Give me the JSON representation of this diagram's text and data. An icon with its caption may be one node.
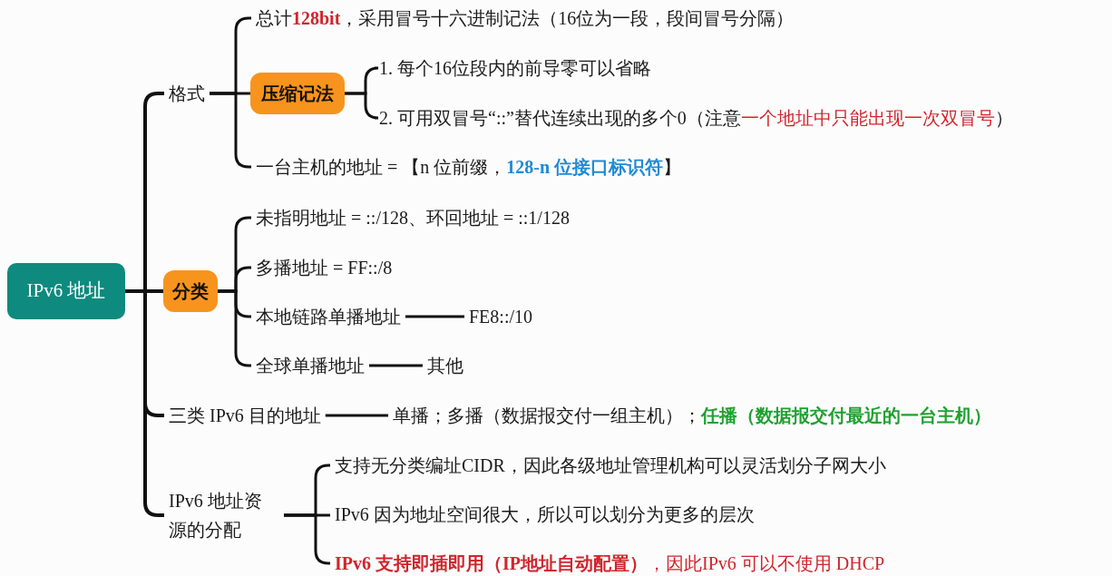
{
  "diagram": {
    "nodes": [
      {
        "text": [
          "IPv6 地址"
        ]
      },
      {
        "text": [
          "格式"
        ]
      },
      {
        "text": [
          "总计",
          "128bit",
          "，采用冒号十六进制记法（16位为一段，段间冒号分隔）"
        ]
      },
      {
        "text": [
          "压缩记法"
        ]
      },
      {
        "text": [
          "1. 每个16位段内的前导零可以省略"
        ]
      },
      {
        "text": [
          "2. 可用双冒号“::”替代连续出现的多个0（注意",
          "一个地址中只能出现一次双冒号",
          "）"
        ]
      },
      {
        "text": [
          "一台主机的地址 = 【n 位前缀，",
          "128-n 位接口标识符",
          "】"
        ]
      },
      {
        "text": [
          "分类"
        ]
      },
      {
        "text": [
          "未指明地址 = ::/128、环回地址 = ::1/128"
        ]
      },
      {
        "text": [
          "多播地址 = FF::/8"
        ]
      },
      {
        "text": [
          "本地链路单播地址"
        ]
      },
      {
        "text": [
          "FE8::/10"
        ]
      },
      {
        "text": [
          "全球单播地址"
        ]
      },
      {
        "text": [
          "其他"
        ]
      },
      {
        "text": [
          "三类 IPv6 目的地址"
        ]
      },
      {
        "text": [
          "单播；多播（数据报交付一组主机）；",
          "任播（数据报交付最近的一台主机）"
        ]
      },
      {
        "text": [
          "IPv6 地址资源的分配"
        ]
      },
      {
        "text": [
          "支持无分类编址CIDR，因此各级地址管理机构可以灵活划分子网大小"
        ]
      },
      {
        "text": [
          "IPv6 因为地址空间很大，所以可以划分为更多的层次"
        ]
      },
      {
        "text": [
          "IPv6 支持即插即用（IP地址自动配置）",
          "，因此IPv6 可以不使用 DHCP"
        ]
      }
    ],
    "edges": [
      {
        "from": 0,
        "to": 1,
        "arrow": "none"
      },
      {
        "from": 0,
        "to": 7,
        "arrow": "none"
      },
      {
        "from": 0,
        "to": 14,
        "arrow": "none"
      },
      {
        "from": 0,
        "to": 16,
        "arrow": "none"
      },
      {
        "from": 1,
        "to": 2,
        "arrow": "none"
      },
      {
        "from": 1,
        "to": 3,
        "arrow": "none"
      },
      {
        "from": 1,
        "to": 6,
        "arrow": "none"
      },
      {
        "from": 3,
        "to": 4,
        "arrow": "none"
      },
      {
        "from": 3,
        "to": 5,
        "arrow": "none"
      },
      {
        "from": 7,
        "to": 8,
        "arrow": "none"
      },
      {
        "from": 7,
        "to": 9,
        "arrow": "none"
      },
      {
        "from": 7,
        "to": 10,
        "arrow": "none"
      },
      {
        "from": 7,
        "to": 12,
        "arrow": "none"
      },
      {
        "from": 10,
        "to": 11,
        "arrow": "none"
      },
      {
        "from": 12,
        "to": 13,
        "arrow": "none"
      },
      {
        "from": 14,
        "to": 15,
        "arrow": "none"
      },
      {
        "from": 16,
        "to": 17,
        "arrow": "none"
      },
      {
        "from": 16,
        "to": 18,
        "arrow": "none"
      },
      {
        "from": 16,
        "to": 19,
        "arrow": "none"
      }
    ]
  }
}
